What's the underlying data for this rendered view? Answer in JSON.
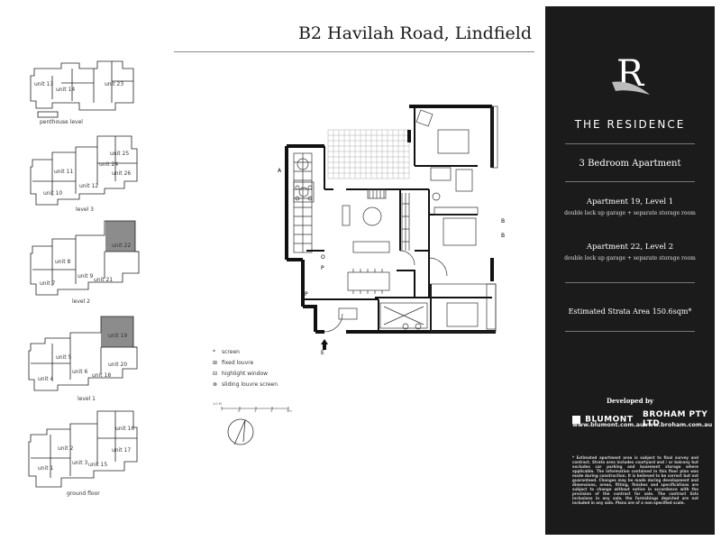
{
  "header": {
    "title": "B2 Havilah Road, Lindfield"
  },
  "thumbnails": [
    {
      "level_label": "penthouse level",
      "units": [
        "unit 13",
        "unit 14",
        "unit 23"
      ]
    },
    {
      "level_label": "level 3",
      "units": [
        "unit 11",
        "unit 12",
        "unit 10",
        "unit 25",
        "unit 24",
        "unit 26"
      ]
    },
    {
      "level_label": "level 2",
      "units": [
        "unit 8",
        "unit 9",
        "unit 7",
        "unit 21",
        "unit 22"
      ]
    },
    {
      "level_label": "level 1",
      "units": [
        "unit 5",
        "unit 6",
        "unit 4",
        "unit 19",
        "unit 18",
        "unit 20"
      ]
    },
    {
      "level_label": "ground floor",
      "units": [
        "unit 2",
        "unit 3",
        "unit 1",
        "unit 16",
        "unit 15",
        "unit 17"
      ]
    }
  ],
  "legend": {
    "items": [
      {
        "symbol": "*",
        "label": "screen"
      },
      {
        "symbol": "⊞",
        "label": "fixed louvre"
      },
      {
        "symbol": "⊟",
        "label": "highlight window"
      },
      {
        "symbol": "⊗",
        "label": "sliding louvre screen"
      }
    ],
    "scale_label": "1:0 M",
    "scale_ticks": [
      "0",
      "1",
      "2",
      "3m"
    ]
  },
  "plan_labels": {
    "entry": "E",
    "p1": "P",
    "p2": "P",
    "p3": "P",
    "o": "O",
    "a": "A",
    "b1": "B",
    "b2": "B"
  },
  "panel": {
    "logo_letter": "R",
    "brand": "THE RESIDENCE",
    "apartment_type": "3 Bedroom Apartment",
    "apt1_title": "Apartment 19, Level 1",
    "apt1_sub": "double lock up garage + separate storage room",
    "apt2_title": "Apartment 22, Level 2",
    "apt2_sub": "double lock up garage + separate storage room",
    "strata": "Estimated Strata Area 150.6sqm*",
    "developed_by": "Developed by",
    "dev1_logo": "BLUMONT",
    "dev1_url": "www.blumont.com.au",
    "dev2_logo": "BROHAM PTY LTD",
    "dev2_url": "www.broham.com.au",
    "disclaimer": "* Estimated apartment area is subject to final survey and contract. Strata area includes courtyard and / or balcony but excludes car parking and basement storage where applicable. The information contained in this floor plan was made during construction. It is believed to be correct but not guaranteed. Changes may be made during development and dimensions, areas, fitting, finishes and specifications are subject to change without notice in accordance with the provision of the contract for sale. The contract lists inclusions in any sale, the furnishings depicted are not included in any sale. Plans are of a non-specified scale."
  },
  "colors": {
    "panel_bg": "#1b1b1b",
    "highlight_unit": "#8c8c8c"
  }
}
